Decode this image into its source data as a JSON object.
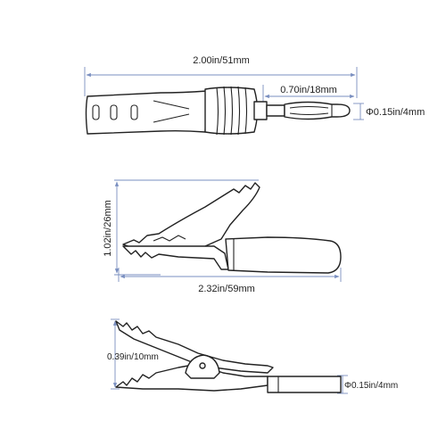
{
  "diagram": {
    "banana_plug": {
      "length_label": "2.00in/51mm",
      "tip_length_label": "0.70in/18mm",
      "tip_diameter_label": "Φ0.15in/4mm"
    },
    "side_clip": {
      "height_label": "1.02in/26mm",
      "length_label": "2.32in/59mm"
    },
    "top_clip": {
      "jaw_label": "0.39in/10mm",
      "diameter_label": "Φ0.15in/4mm"
    },
    "colors": {
      "dimension_line": "#7a8fc0",
      "outline": "#222222"
    }
  }
}
